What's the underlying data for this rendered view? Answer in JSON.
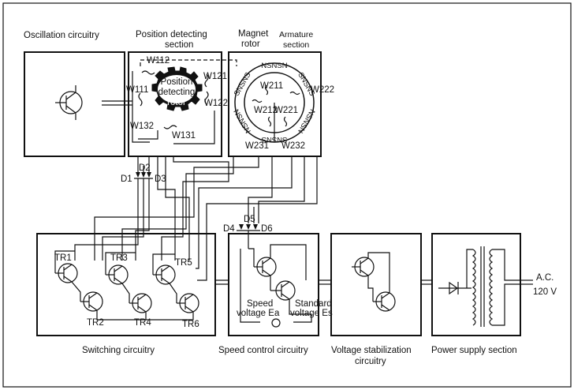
{
  "labels": {
    "oscillation": "Oscillation circuitry",
    "position_section_1": "Position detecting",
    "position_section_2": "section",
    "magnet_1": "Magnet",
    "magnet_2": "rotor",
    "armature_1": "Armature",
    "armature_2": "section",
    "switching": "Switching circuitry",
    "speed_control": "Speed control circuitry",
    "voltage_stab_1": "Voltage stabilization",
    "voltage_stab_2": "circuitry",
    "power_supply": "Power supply section",
    "ac_1": "A.C.",
    "ac_2": "120 V"
  },
  "rotor_text": [
    "Position",
    "detecting",
    "rotor"
  ],
  "windings": {
    "w111": "W111",
    "w112": "W112",
    "w121": "W121",
    "w122": "W122",
    "w131": "W131",
    "w132": "W132",
    "w211": "W211",
    "w212": "W212",
    "w221": "W221",
    "w222": "W222",
    "w231": "W231",
    "w232": "W232"
  },
  "diodes": {
    "d1": "D1",
    "d2": "D2",
    "d3": "D3",
    "d4": "D4",
    "d5": "D5",
    "d6": "D6"
  },
  "transistors": {
    "tr1": "TR1",
    "tr2": "TR2",
    "tr3": "TR3",
    "tr4": "TR4",
    "tr5": "TR5",
    "tr6": "TR6"
  },
  "speed_voltage": {
    "line1": "Speed",
    "line2": "voltage Ea"
  },
  "standard_voltage": {
    "line1": "Standard",
    "line2": "voltage Es"
  },
  "pole_text": "N S N S N S"
}
